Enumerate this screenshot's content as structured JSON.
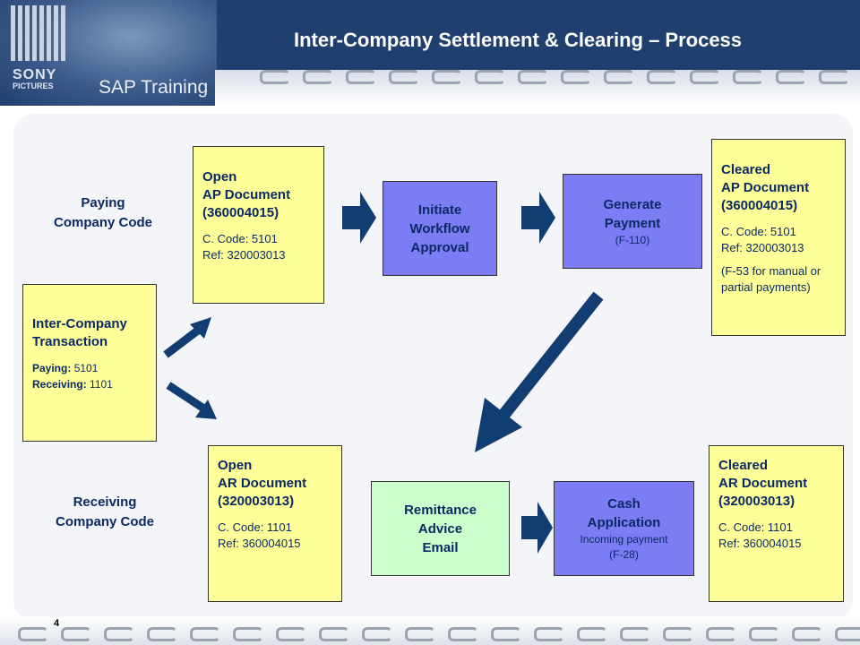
{
  "header": {
    "title": "Inter-Company Settlement & Clearing – Process",
    "brand_line1": "SONY",
    "brand_line2": "PICTURES",
    "training": "SAP Training",
    "page_number": "4"
  },
  "labels": {
    "paying": [
      "Paying",
      "Company Code"
    ],
    "receiving": [
      "Receiving",
      "Company Code"
    ]
  },
  "boxes": {
    "ic_transaction": {
      "title1": "Inter-Company",
      "title2": "Transaction",
      "paying_label": "Paying:",
      "paying_value": "5101",
      "receiving_label": "Receiving:",
      "receiving_value": "1101"
    },
    "open_ap": {
      "line1": "Open",
      "line2": "AP Document",
      "line3": "(360004015)",
      "code": "C. Code: 5101",
      "ref": "Ref: 320003013"
    },
    "open_ar": {
      "line1": "Open",
      "line2": "AR Document",
      "line3": "(320003013)",
      "code": "C. Code: 1101",
      "ref": "Ref: 360004015"
    },
    "initiate": {
      "line1": "Initiate",
      "line2": "Workflow",
      "line3": "Approval"
    },
    "generate": {
      "line1": "Generate",
      "line2": "Payment",
      "line3": "(F-110)"
    },
    "cleared_ap": {
      "line1": "Cleared",
      "line2": "AP Document",
      "line3": "(360004015)",
      "code": "C. Code: 5101",
      "ref": "Ref: 320003013",
      "note1": "(F-53 for manual or",
      "note2": "partial payments)"
    },
    "remittance": {
      "line1": "Remittance",
      "line2": "Advice",
      "line3": "Email"
    },
    "cash": {
      "line1": "Cash",
      "line2": "Application",
      "line3": "Incoming payment",
      "line4": "(F-28)"
    },
    "cleared_ar": {
      "line1": "Cleared",
      "line2": "AR Document",
      "line3": "(320003013)",
      "code": "C. Code: 1101",
      "ref": "Ref: 360004015"
    }
  },
  "colors": {
    "header": "#1f3f6e",
    "yellow": "#ffff99",
    "blue": "#7c7cf5",
    "green": "#ccffcc",
    "arrow": "#123d73"
  }
}
